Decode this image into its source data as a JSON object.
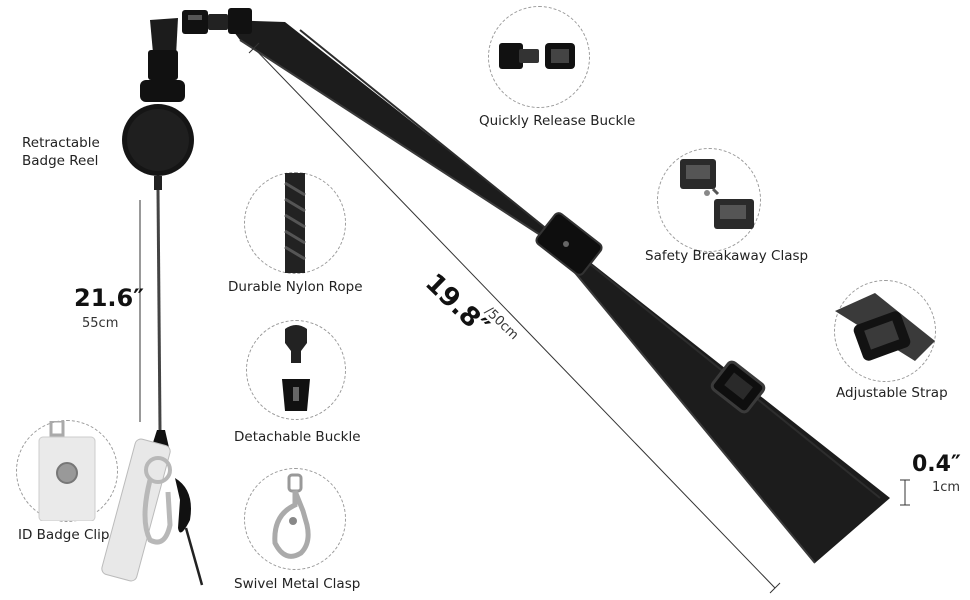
{
  "labels": {
    "reel": [
      "Retractable",
      "Badge Reel"
    ],
    "quick_buckle": "Quickly Release Buckle",
    "breakaway": "Safety Breakaway Clasp",
    "adjustable": "Adjustable Strap",
    "nylon_rope": "Durable Nylon Rope",
    "detachable": "Detachable Buckle",
    "swivel": "Swivel Metal Clasp",
    "id_clip": "ID Badge Clip"
  },
  "dimensions": {
    "cord_inch": "21.6″",
    "cord_cm": "55cm",
    "strap_inch": "19.8″",
    "strap_cm": "/50cm",
    "width_inch": "0.4″",
    "width_cm": "1cm"
  },
  "icons": [
    "badge-reel-icon",
    "release-buckle-icon",
    "breakaway-clasp-icon",
    "strap-adjuster-icon",
    "nylon-rope-icon",
    "detachable-buckle-icon",
    "swivel-clasp-icon",
    "badge-clip-icon"
  ],
  "colors": {
    "strap": "#1c1c1c",
    "metal": "#b8b8b8",
    "dashed": "#9a9a9a"
  }
}
